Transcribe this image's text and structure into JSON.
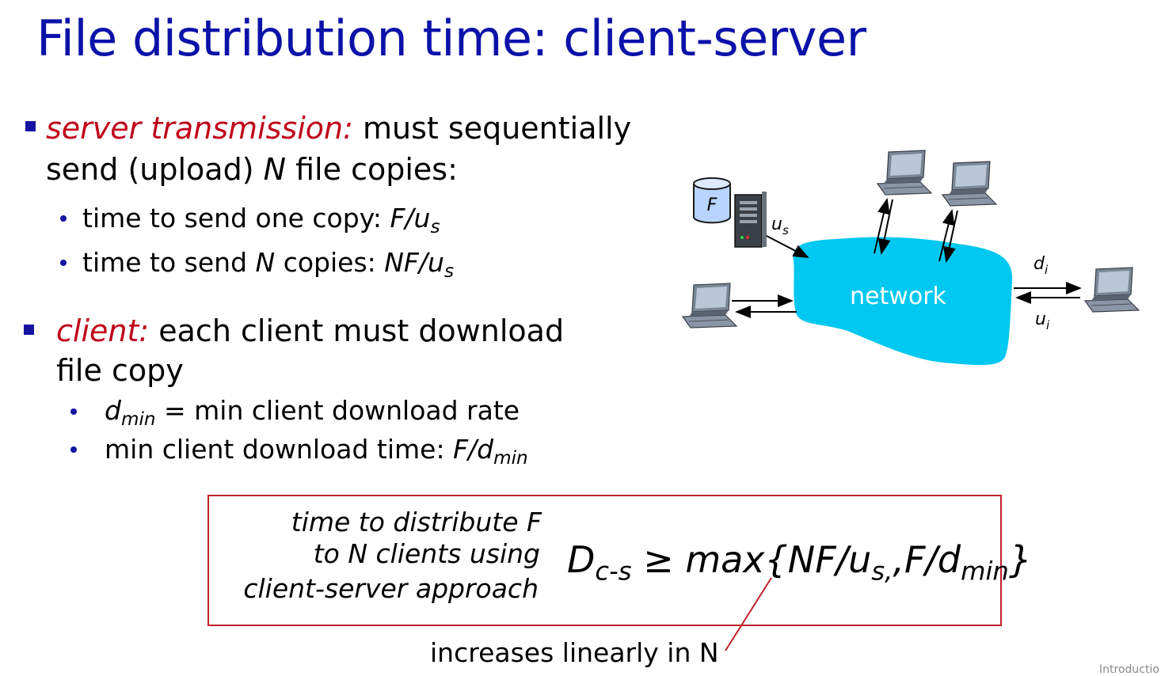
{
  "title": "File distribution time: client-server",
  "server_section": {
    "lead": "server transmission:",
    "text_line1": " must sequentially",
    "text_line2a": "send (upload) ",
    "text_line2_var": "N",
    "text_line2b": " file copies:",
    "bullets": [
      {
        "text": "time to send one copy: ",
        "expr": "F/u",
        "sub": "s"
      },
      {
        "text_a": "time to send ",
        "var": "N",
        "text_b": " copies: ",
        "expr": "NF/u",
        "sub": "s"
      }
    ]
  },
  "client_section": {
    "lead": "client:",
    "text_line1": " each client must download",
    "text_line2": "file copy",
    "bullets": [
      {
        "var": "d",
        "sub": "min",
        "text": " = min client download rate"
      },
      {
        "text": "min client download time: ",
        "expr": "F/d",
        "sub": "min"
      }
    ]
  },
  "formula_box": {
    "label_lines": [
      "time to  distribute F",
      "to N clients using",
      "client-server approach"
    ],
    "formula": {
      "D": "D",
      "D_sub": "c-s",
      "rel": " ≥ ",
      "body_a": "max{NF/u",
      "sub_a": "s,",
      "body_b": ",F/d",
      "sub_b": "min",
      "close": "}"
    }
  },
  "annotation": "increases linearly in N",
  "corner_text": "Introductio",
  "diagram": {
    "cloud_label": "network",
    "file_label": "F",
    "server_link_label": "u",
    "server_link_sub": "s",
    "client_download_label": "d",
    "client_download_sub": "i",
    "client_upload_label": "u",
    "client_upload_sub": "i",
    "colors": {
      "cloud": "#00c8f0",
      "title": "#0b12a8",
      "accent_red": "#c0001a",
      "bullet": "#1414a0"
    }
  }
}
